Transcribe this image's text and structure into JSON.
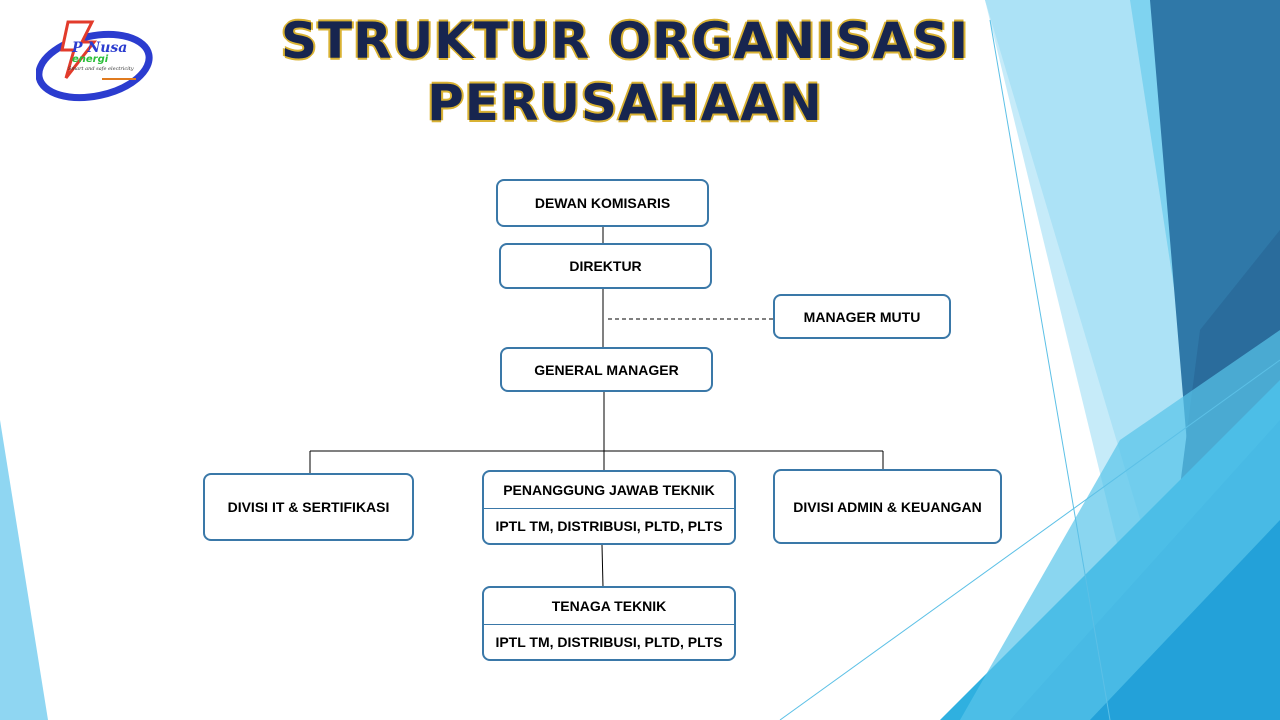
{
  "title": {
    "line1": "STRUKTUR ORGANISASI",
    "line2": "PERUSAHAAN"
  },
  "logo": {
    "letter": "P",
    "name": "Nusa",
    "sub": "energi",
    "tagline": "Smart and safe electricity"
  },
  "org": {
    "dewan_komisaris": "DEWAN KOMISARIS",
    "direktur": "DIREKTUR",
    "manager_mutu": "MANAGER MUTU",
    "general_manager": "GENERAL MANAGER",
    "divisi_it": "DIVISI IT & SERTIFIKASI",
    "pj_teknik": {
      "title": "PENANGGUNG JAWAB TEKNIK",
      "scope": "IPTL TM, DISTRIBUSI, PLTD, PLTS"
    },
    "divisi_admin": "DIVISI ADMIN & KEUANGAN",
    "tenaga_teknik": {
      "title": "TENAGA TEKNIK",
      "scope": "IPTL TM, DISTRIBUSI, PLTD, PLTS"
    }
  },
  "colors": {
    "box_border": "#3a78a8",
    "title_fill": "#17254f",
    "title_outline": "#d9b233",
    "accent_light": "#7fd3f0",
    "accent_mid": "#2fb0e0",
    "accent_dark": "#2a6c9c"
  }
}
